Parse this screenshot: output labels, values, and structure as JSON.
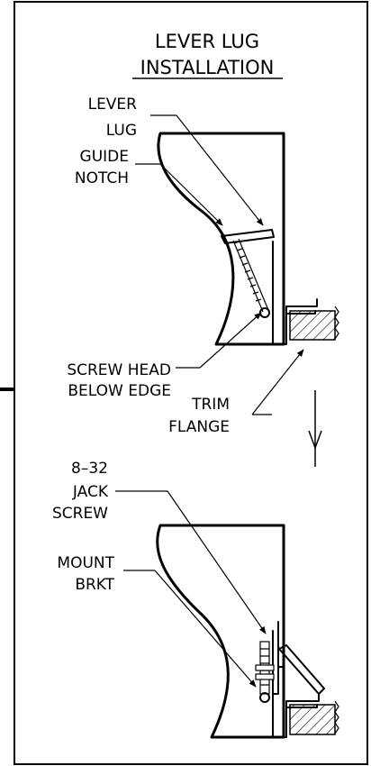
{
  "title": {
    "line1": "LEVER LUG",
    "line2": "INSTALLATION"
  },
  "labels": {
    "lever_lug": [
      "LEVER",
      "LUG"
    ],
    "guide_notch": [
      "GUIDE",
      "NOTCH"
    ],
    "screw_head": [
      "SCREW HEAD",
      "BELOW EDGE"
    ],
    "trim_flange": [
      "TRIM",
      "FLANGE"
    ],
    "jack_screw": [
      "8–32",
      "JACK",
      "SCREW"
    ],
    "mount_brkt": [
      "MOUNT",
      "BRKT"
    ]
  }
}
